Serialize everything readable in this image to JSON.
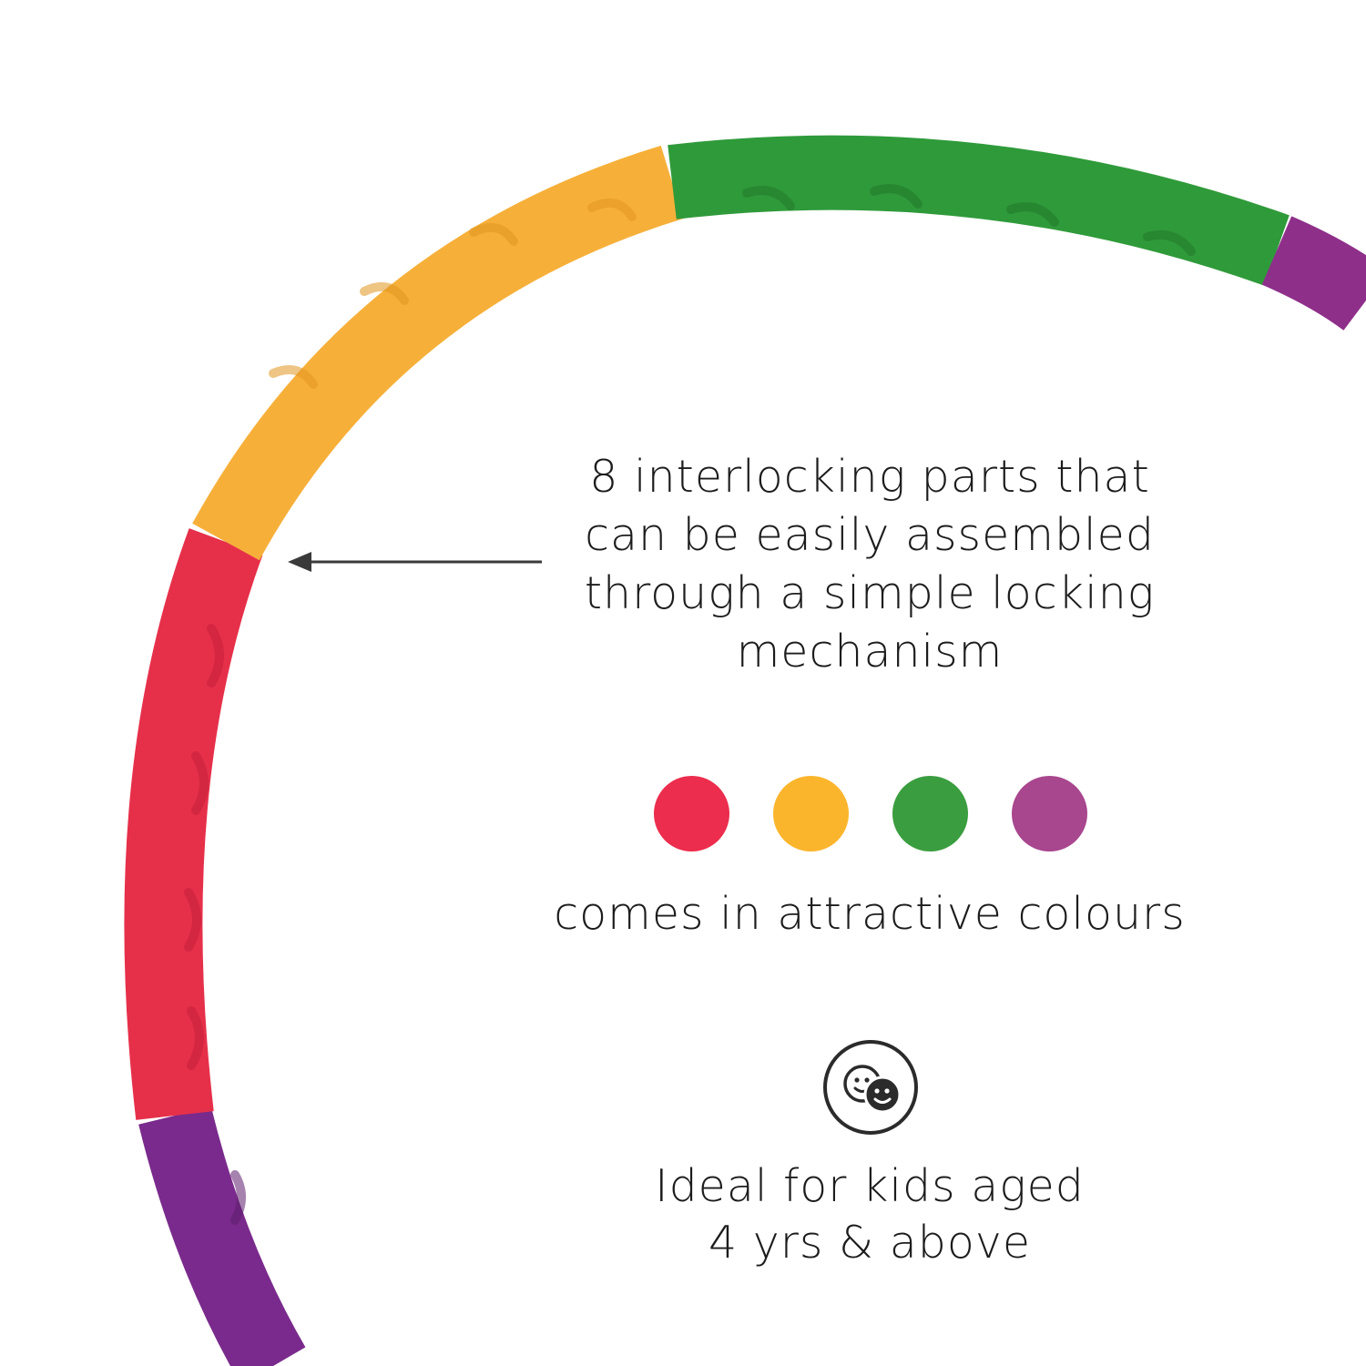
{
  "hoop": {
    "segment_colors": [
      "#7a2a8c",
      "#e6304a",
      "#f6b03a",
      "#2f9a3a",
      "#8e2f8a"
    ],
    "segment_names": [
      "purple",
      "red",
      "yellow",
      "green",
      "purple"
    ]
  },
  "feature_locking": {
    "lines": [
      "8 interlocking parts that",
      "can be easily assembled",
      "through a simple locking",
      "mechanism"
    ]
  },
  "colours": {
    "swatches": [
      {
        "name": "red",
        "color": "#ec2d4d"
      },
      {
        "name": "yellow",
        "color": "#fbb52c"
      },
      {
        "name": "green",
        "color": "#3a9d3f"
      },
      {
        "name": "purple",
        "color": "#a8468e"
      }
    ],
    "caption": "comes in attractive colours"
  },
  "feature_age": {
    "icon": "kids-faces-icon",
    "lines": [
      "Ideal for kids aged",
      "4 yrs & above"
    ]
  }
}
